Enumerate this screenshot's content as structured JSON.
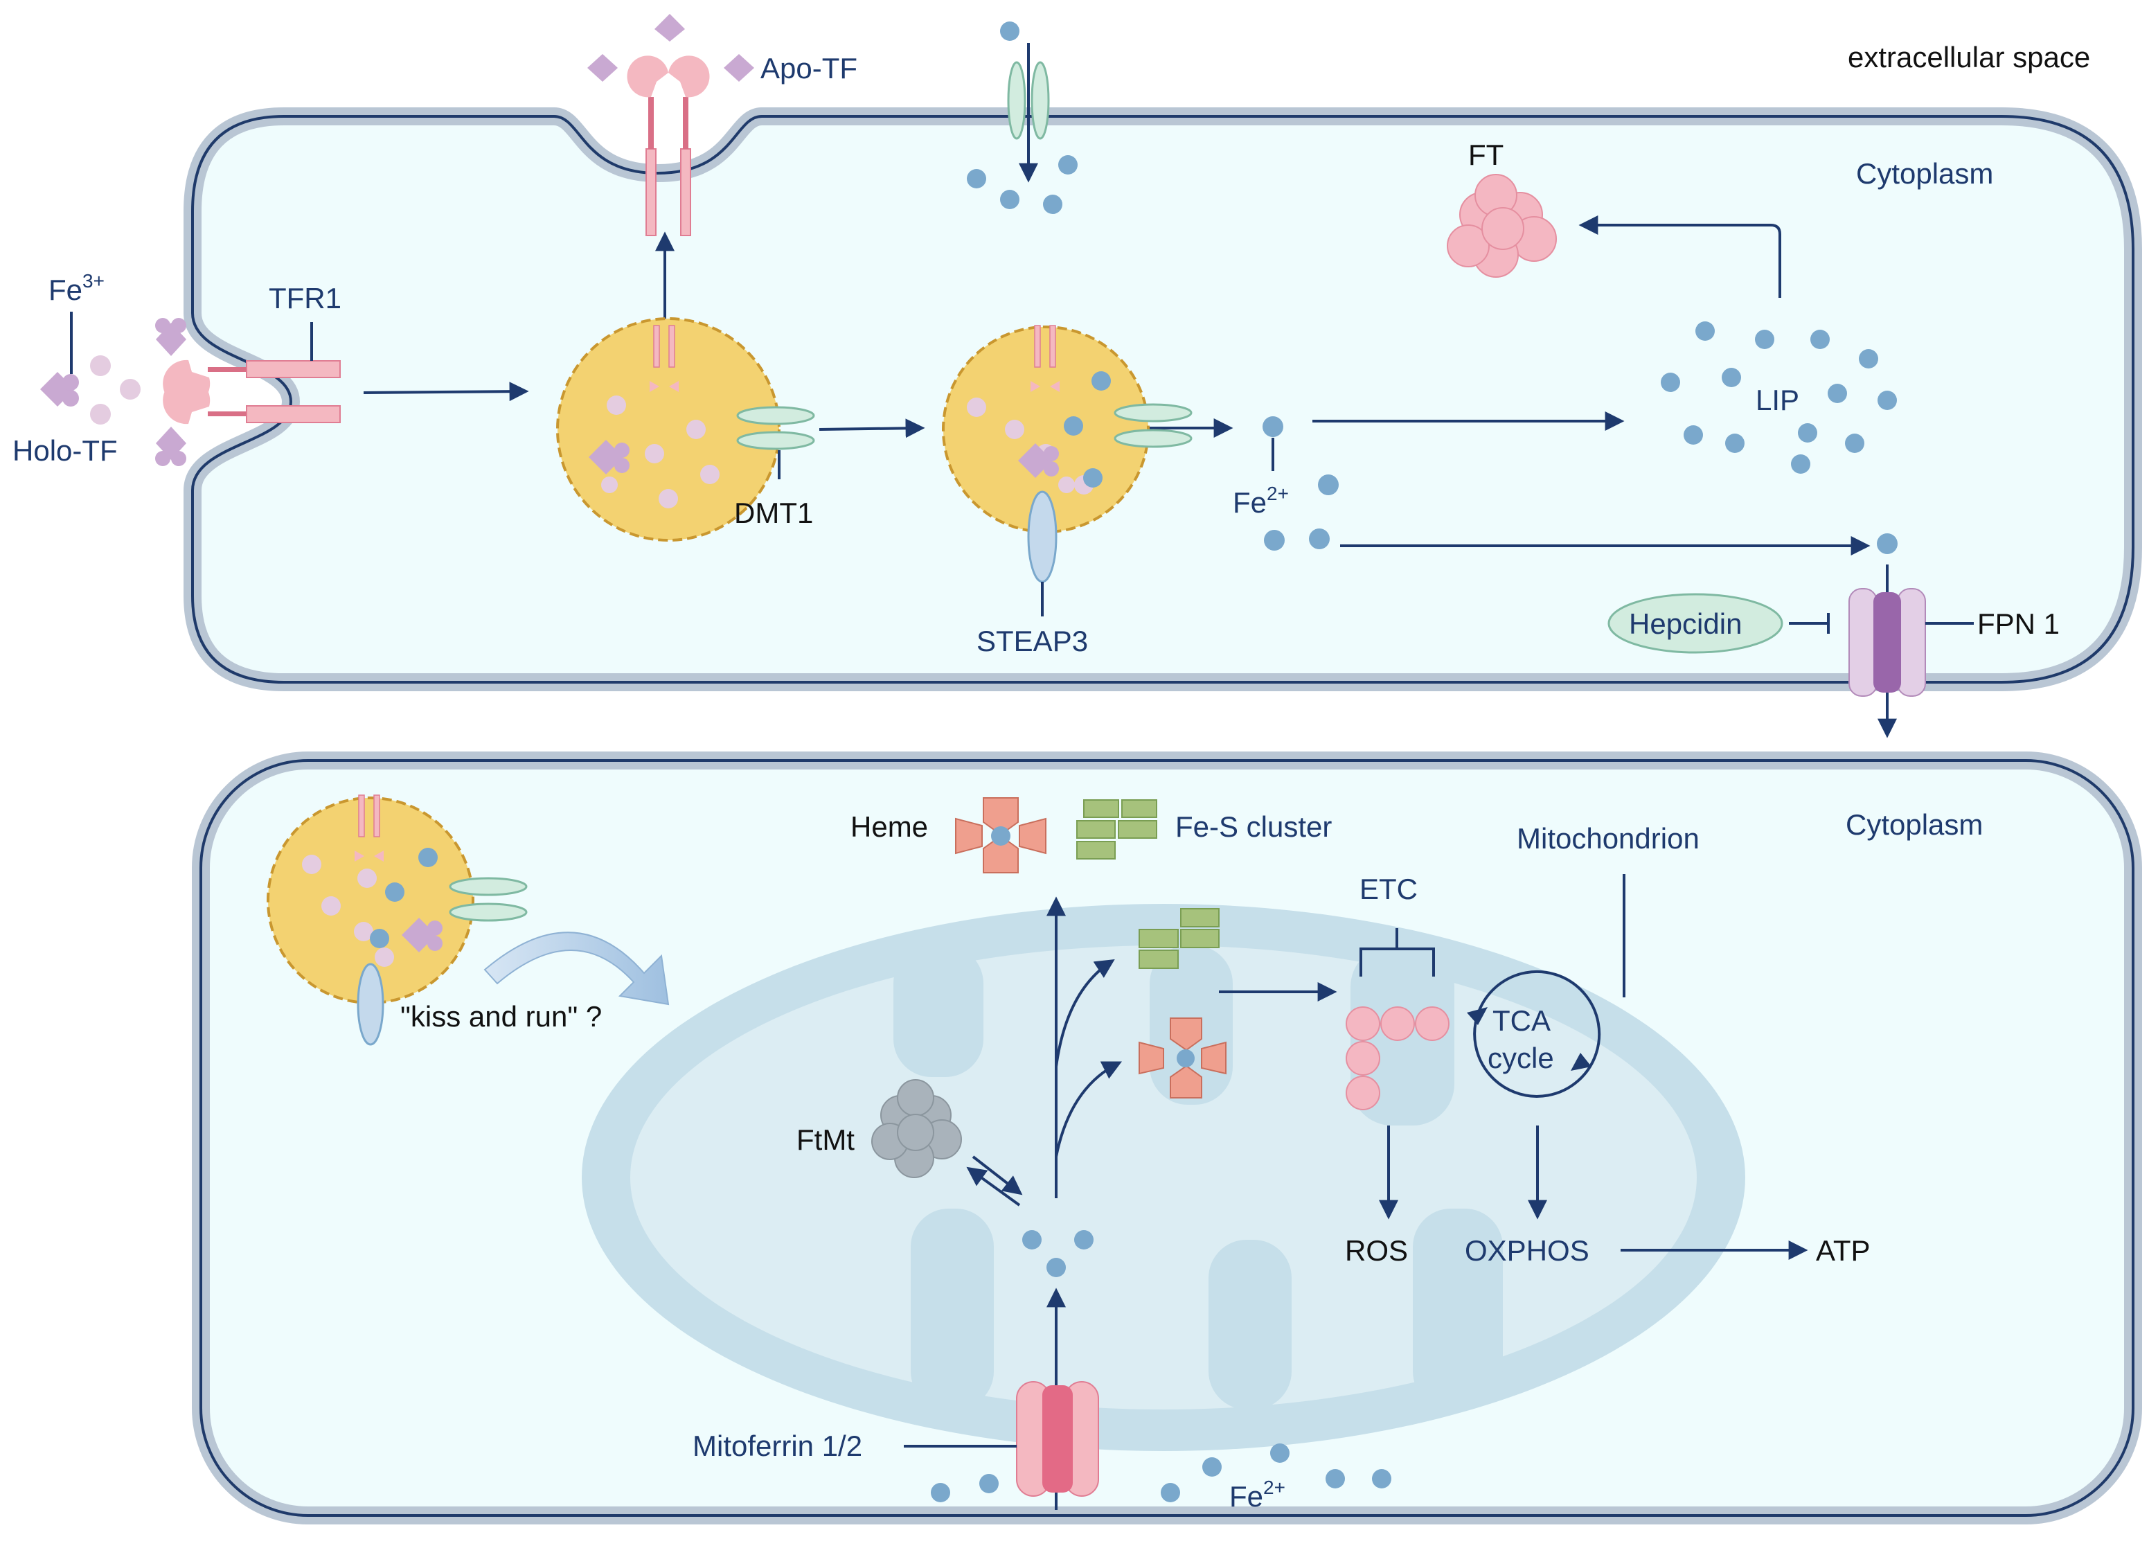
{
  "labels": {
    "extracellular": "extracellular space",
    "cytoplasm_top": "Cytoplasm",
    "cytoplasm_bottom": "Cytoplasm",
    "fe3_base": "Fe",
    "fe3_sup": "3+",
    "holo_tf": "Holo-TF",
    "tfr1": "TFR1",
    "apo_tf": "Apo-TF",
    "dmt1": "DMT1",
    "steap3": "STEAP3",
    "fe2_base": "Fe",
    "fe2_sup": "2+",
    "ft": "FT",
    "lip": "LIP",
    "hepcidin": "Hepcidin",
    "fpn1": "FPN 1",
    "heme": "Heme",
    "fes": "Fe-S cluster",
    "mitochondrion": "Mitochondrion",
    "etc": "ETC",
    "tca_line1": "TCA",
    "tca_line2": "cycle",
    "kiss_run": "\"kiss and run\" ?",
    "ftmt": "FtMt",
    "ros": "ROS",
    "oxphos": "OXPHOS",
    "atp": "ATP",
    "mitoferrin": "Mitoferrin 1/2",
    "fe2b_base": "Fe",
    "fe2b_sup": "2+"
  },
  "colors": {
    "membrane": "#b9c6d4",
    "membrane_edge": "#1f3a6a",
    "cytoplasm": "#effcfd",
    "endosome": "#f3d271",
    "endosome_edge": "#c9972f",
    "iron": "#7aa8cc",
    "fe3_ion": "#e4cce0",
    "transferrin": "#c9a9d2",
    "receptor": "#f4b8c1",
    "dmt1": "#d2ecdf",
    "mito_outer": "#c6dfea",
    "mito_inner": "#dcedf3",
    "ferritin": "#f4b7c2",
    "ftmt": "#a9b3bb",
    "heme": "#ef9f8e",
    "fes": "#a6c27c",
    "arrow": "#1e3a6e",
    "fpn": "#c9a6cf",
    "mitoferrin": "#e36a86"
  }
}
